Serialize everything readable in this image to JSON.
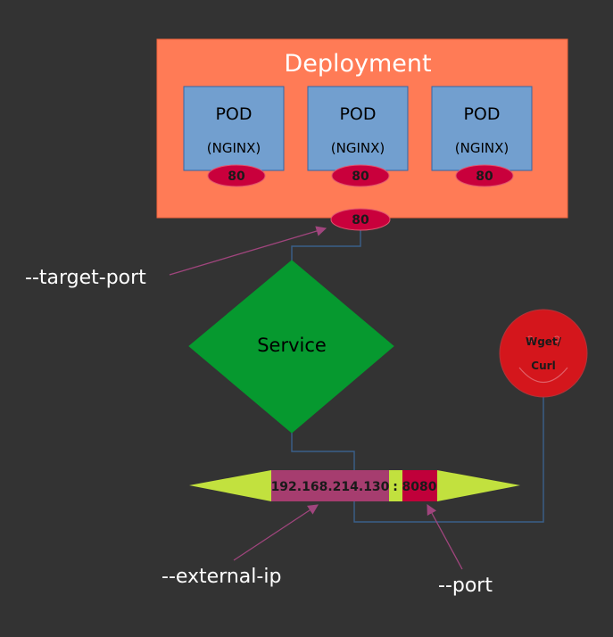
{
  "deployment": {
    "title": "Deployment",
    "pods": [
      {
        "name": "POD",
        "app": "(NGINX)",
        "port": "80"
      },
      {
        "name": "POD",
        "app": "(NGINX)",
        "port": "80"
      },
      {
        "name": "POD",
        "app": "(NGINX)",
        "port": "80"
      }
    ],
    "target_port": "80"
  },
  "service": {
    "label": "Service"
  },
  "client": {
    "line1": "Wget/",
    "line2": "Curl"
  },
  "endpoint": {
    "ip": "192.168.214.130",
    "separator": ":",
    "port": "8080"
  },
  "annotations": {
    "target_port": "--target-port",
    "external_ip": "--external-ip",
    "port": "--port"
  },
  "colors": {
    "background": "#333333",
    "deployment": "#ff7b56",
    "pod": "#729fcf",
    "port_oval": "#c9003c",
    "service": "#06992f",
    "client": "#d4161c",
    "endpoint_arrow": "#c2e13e",
    "ip_box": "#a63d6f",
    "port_box": "#c0003a",
    "connector": "#3a5f8a",
    "annotation_arrow": "#a0457d"
  }
}
